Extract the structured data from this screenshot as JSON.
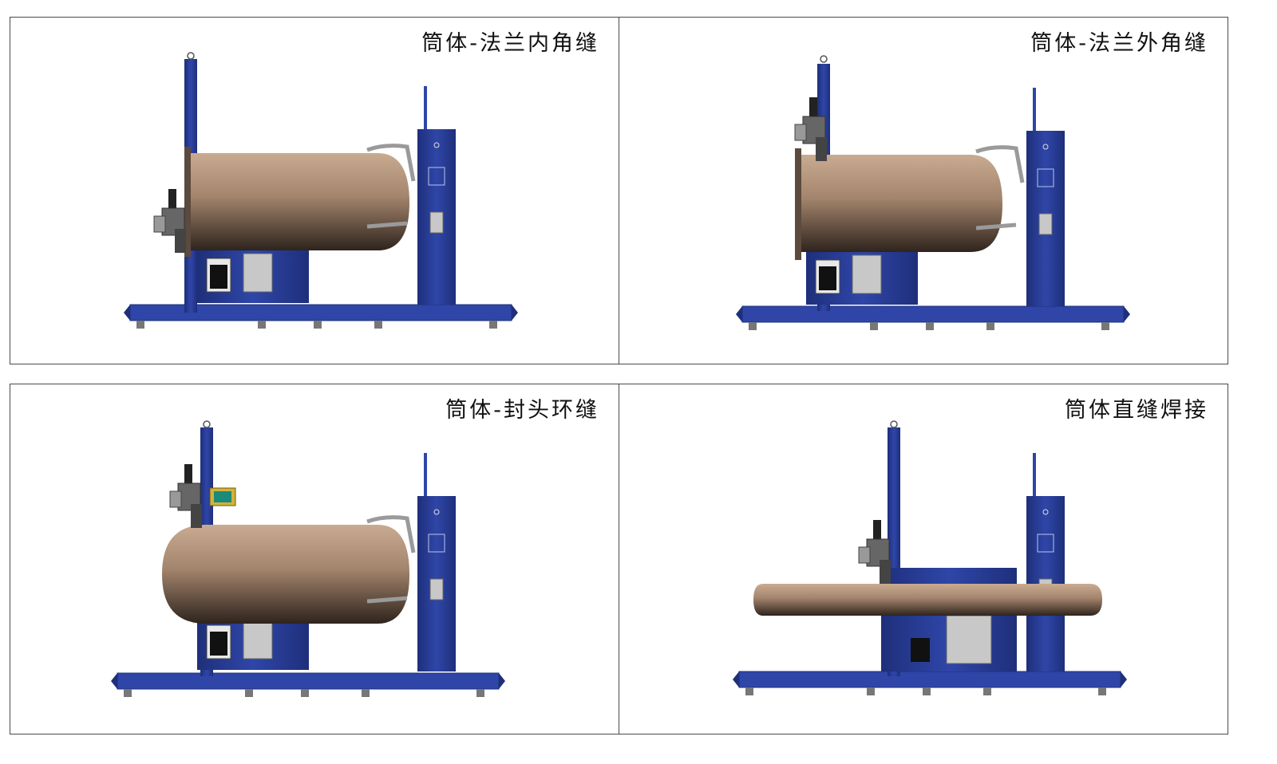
{
  "panels": [
    {
      "title": "筒体-法兰内角缝",
      "scene": "flange-inner"
    },
    {
      "title": "筒体-法兰外角缝",
      "scene": "flange-outer"
    },
    {
      "title": "筒体-封头环缝",
      "scene": "head-circ"
    },
    {
      "title": "筒体直缝焊接",
      "scene": "long-seam"
    }
  ],
  "colors": {
    "frame_blue": "#2f46a8",
    "frame_dark": "#1e2f7a",
    "vessel_light": "#c9ab92",
    "vessel_dark": "#2e241d",
    "border": "#4a4a4a"
  }
}
